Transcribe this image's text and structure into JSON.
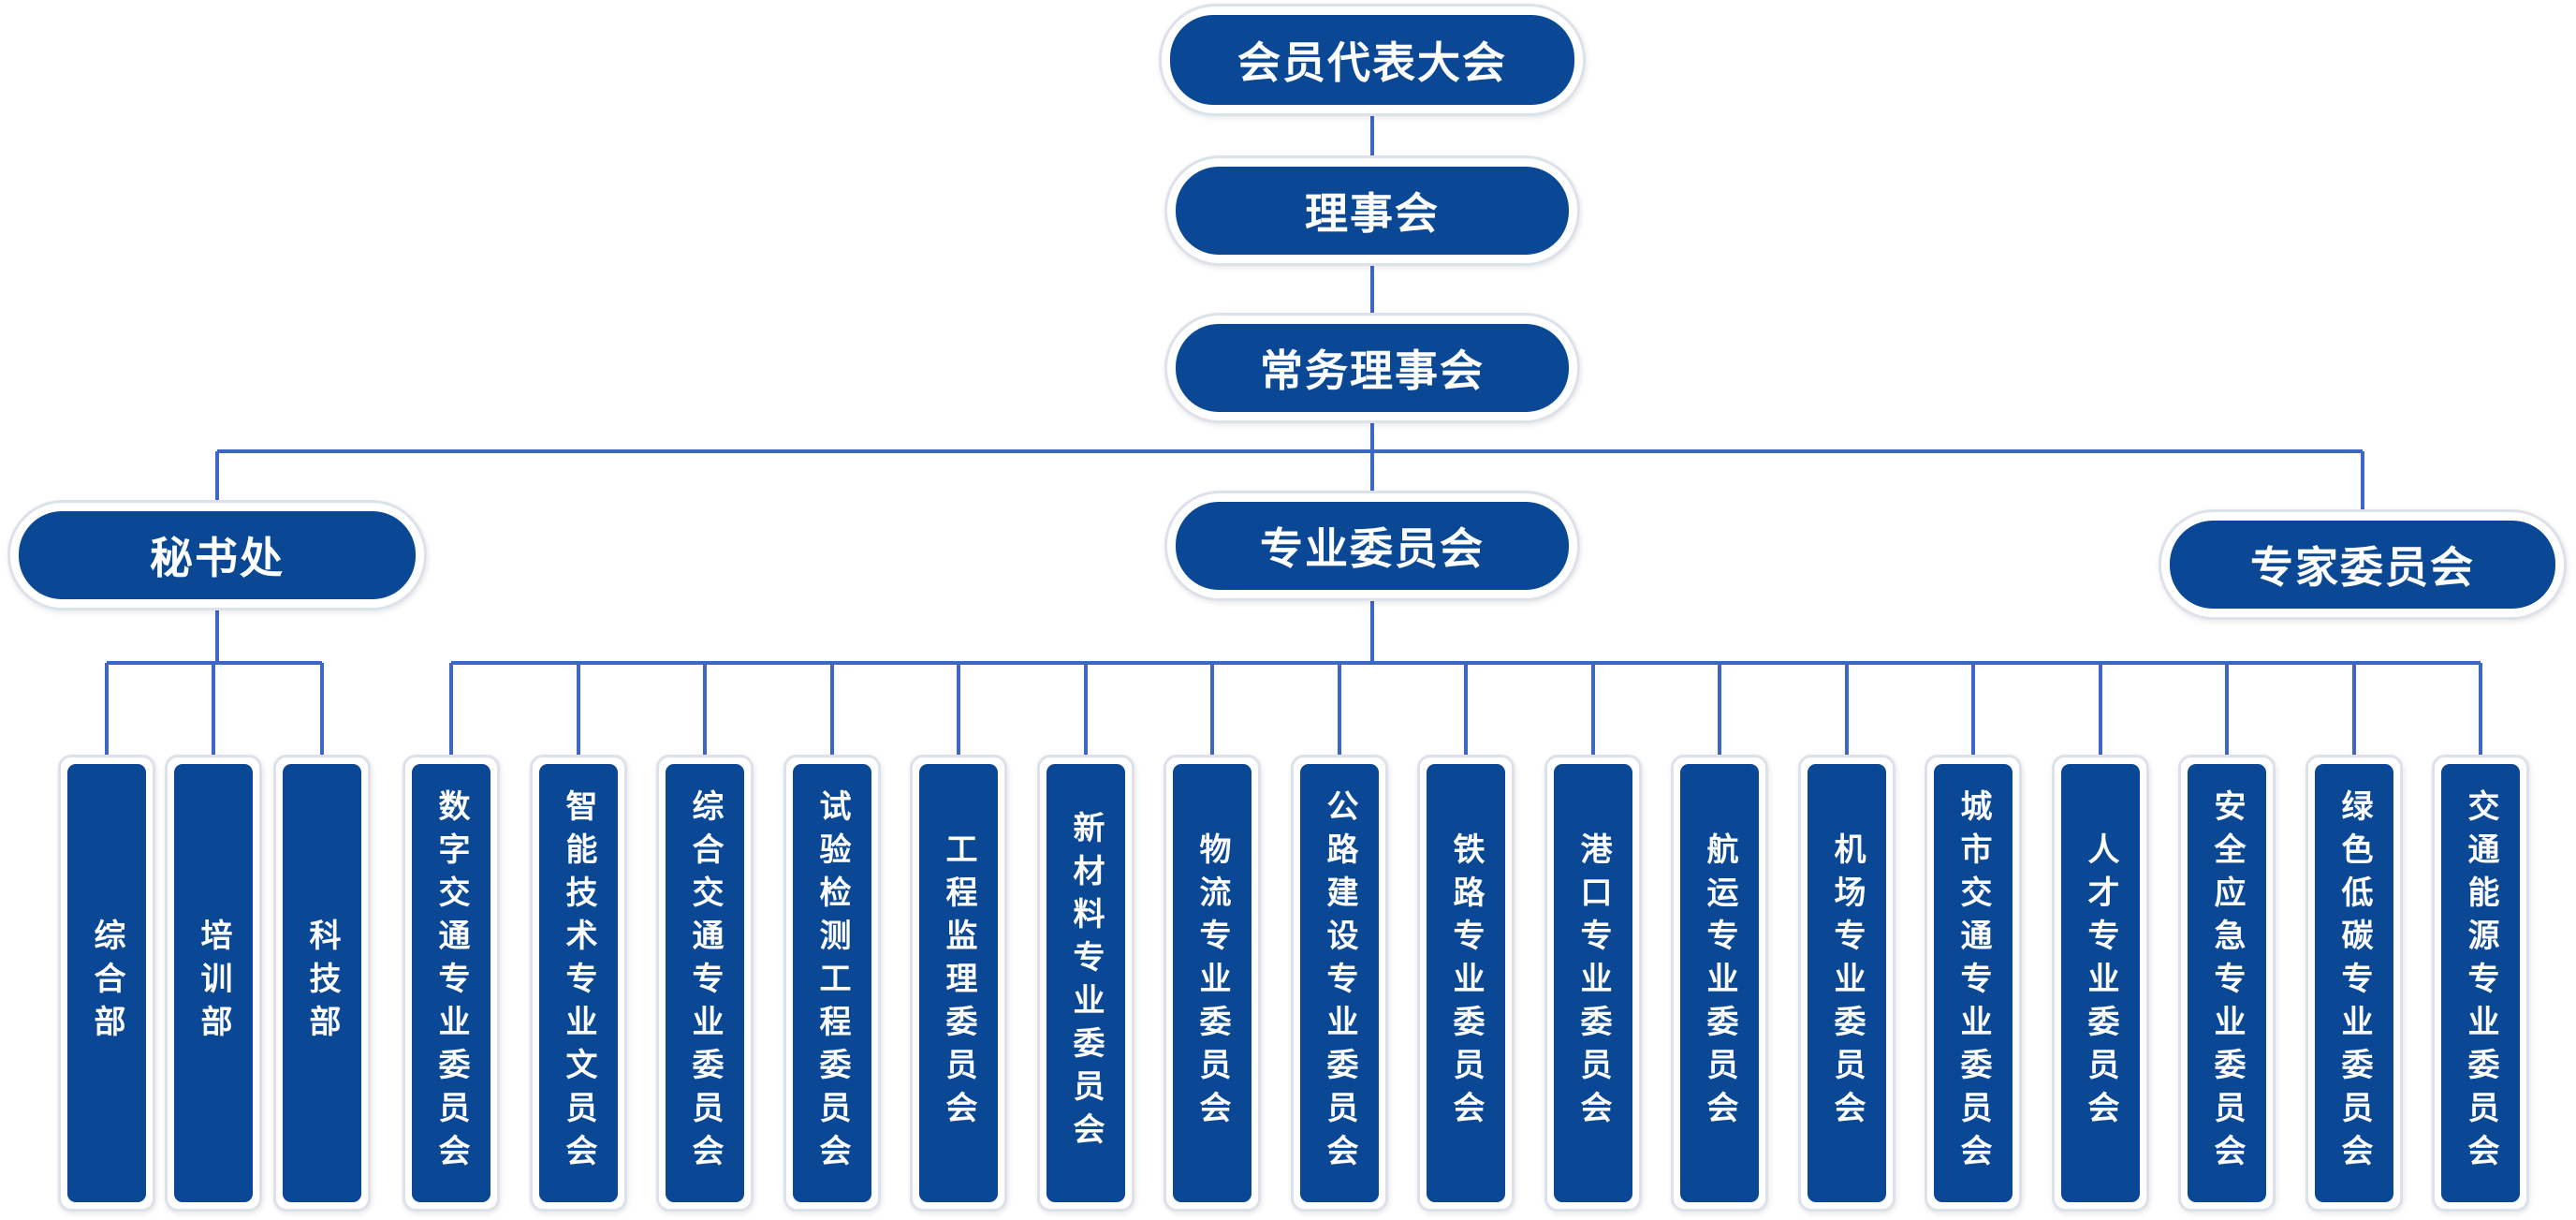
{
  "colors": {
    "node_fill": "#0a4896",
    "node_text": "#ffffff",
    "line": "#3d67c4",
    "frame": "#dde2ea"
  },
  "top_chain": {
    "assembly": "会员代表大会",
    "council": "理事会",
    "standing_council": "常务理事会"
  },
  "branches": {
    "secretariat": "秘书处",
    "committees": "专业委员会",
    "experts": "专家委员会"
  },
  "secretariat_departments": [
    "综合部",
    "培训部",
    "科技部"
  ],
  "professional_committees": [
    "数字交通专业委员会",
    "智能技术专业文员会",
    "综合交通专业委员会",
    "试验检测工程委员会",
    "工程监理委员会",
    "新材料专业委员会",
    "物流专业委员会",
    "公路建设专业委员会",
    "铁路专业委员会",
    "港口专业委员会",
    "航运专业委员会",
    "机场专业委员会",
    "城市交通专业委员会",
    "人才专业委员会",
    "安全应急专业委员会",
    "绿色低碳专业委员会",
    "交通能源专业委员会"
  ]
}
